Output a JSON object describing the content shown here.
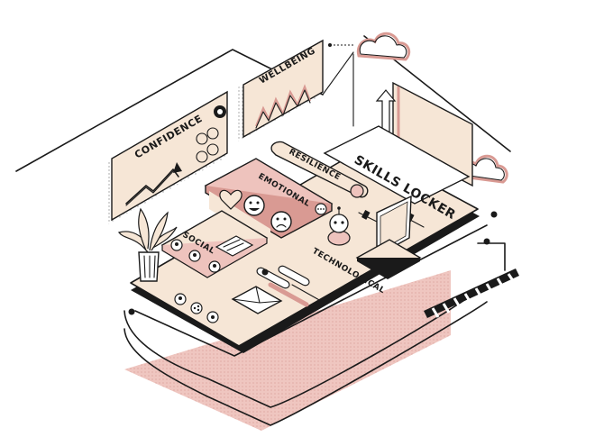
{
  "labels": {
    "confidence": "CONFIDENCE",
    "wellbeing": "WELLBEING",
    "resilience": "RESILIENCE",
    "skills_locker": "SKILLS LOCKER",
    "emotional": "EMOTIONAL",
    "social": "SOCIAL",
    "technological": "TECHNOLOGICAL"
  },
  "colors": {
    "cream": "#f6e6d6",
    "pink": "#eec3bd",
    "pink_dark": "#d99a93",
    "ink": "#1a1a1a",
    "white": "#ffffff"
  },
  "icons": [
    "house-roof",
    "cloud",
    "up-arrow",
    "growth-chart",
    "wave-chart",
    "heart",
    "smiley-face",
    "sad-face",
    "robot",
    "laptop",
    "envelope",
    "user-avatar",
    "chat-bubble",
    "toggle-switch",
    "plant"
  ]
}
